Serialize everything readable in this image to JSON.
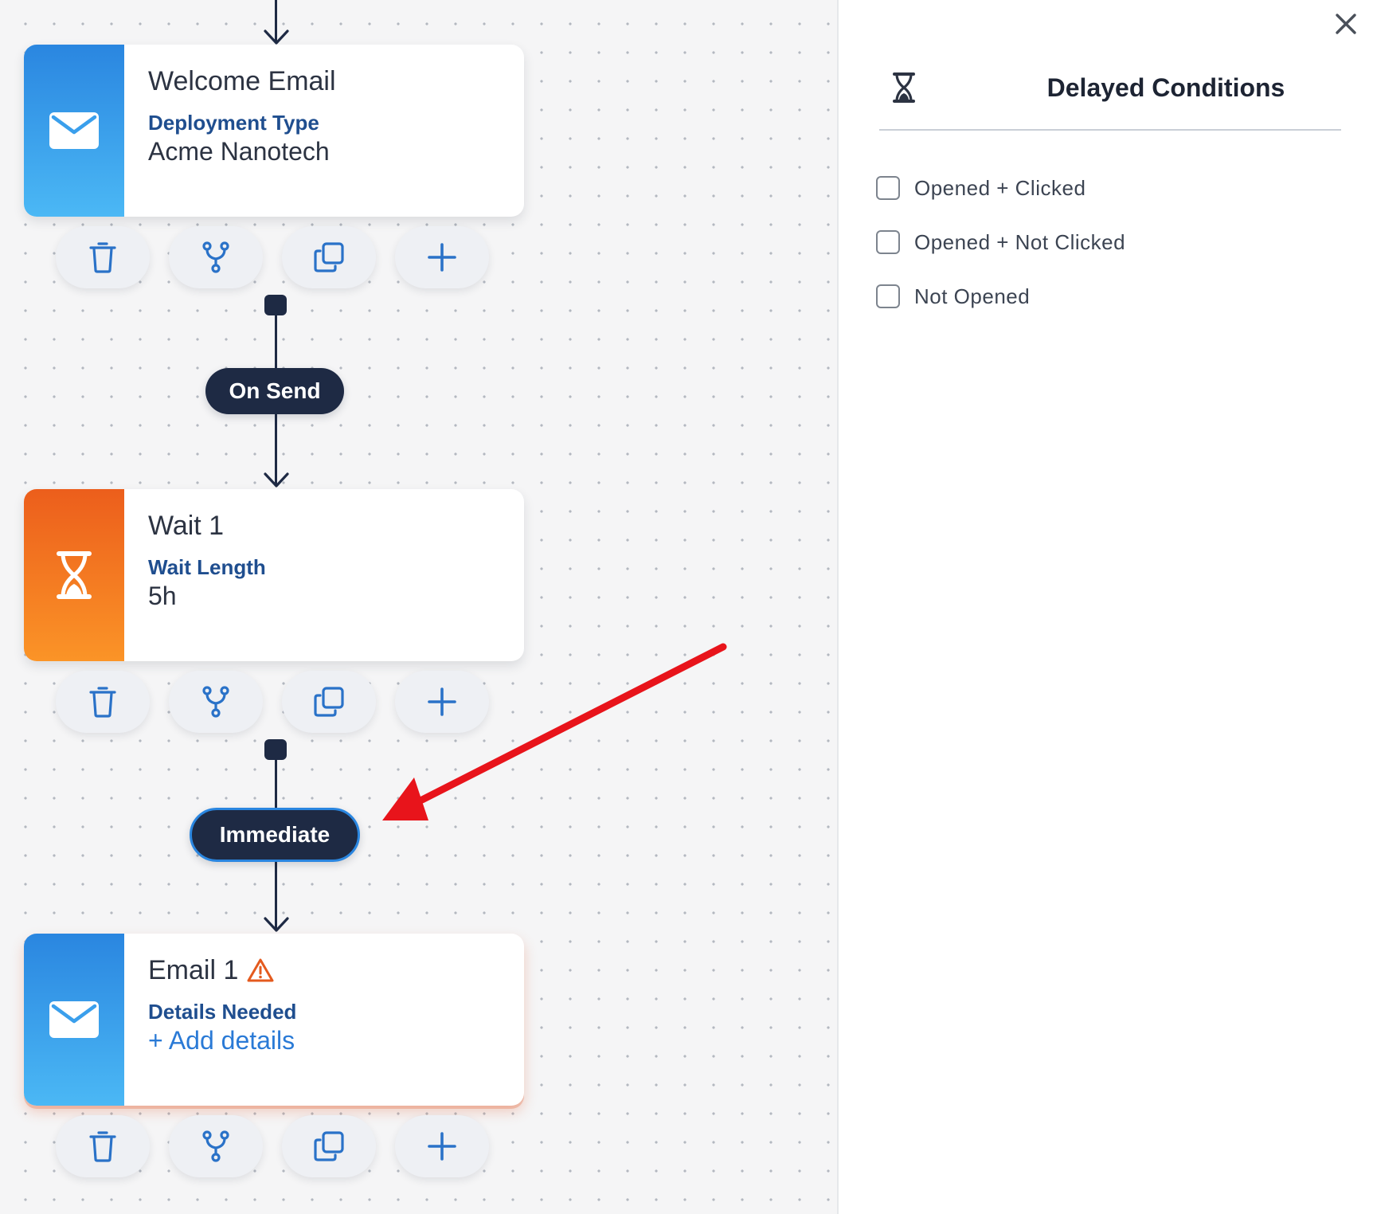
{
  "nodes": [
    {
      "title": "Welcome Email",
      "label": "Deployment Type",
      "value": "Acme Nanotech",
      "icon": "envelope-icon"
    },
    {
      "title": "Wait 1",
      "label": "Wait Length",
      "value": "5h",
      "icon": "hourglass-icon"
    },
    {
      "title": "Email 1",
      "label": "Details Needed",
      "value": "+ Add details",
      "icon": "envelope-icon",
      "warning": true
    }
  ],
  "connectors": [
    {
      "label": "On Send"
    },
    {
      "label": "Immediate",
      "selected": true
    }
  ],
  "actions": [
    "trash-icon",
    "branch-icon",
    "duplicate-icon",
    "add-icon"
  ],
  "panel": {
    "title": "Delayed Conditions",
    "icon": "hourglass-icon",
    "conditions": [
      {
        "label": "Opened + Clicked",
        "checked": false
      },
      {
        "label": "Opened + Not Clicked",
        "checked": false
      },
      {
        "label": "Not Opened",
        "checked": false
      }
    ]
  },
  "colors": {
    "email_strip": "#2a86e0",
    "wait_strip": "#ec5e1c",
    "dark_navy": "#1e2a44",
    "link_blue": "#2a7ad6",
    "label_blue": "#1f4e8f",
    "annotation_red": "#e8141b",
    "warning_orange": "#e45a1e"
  }
}
